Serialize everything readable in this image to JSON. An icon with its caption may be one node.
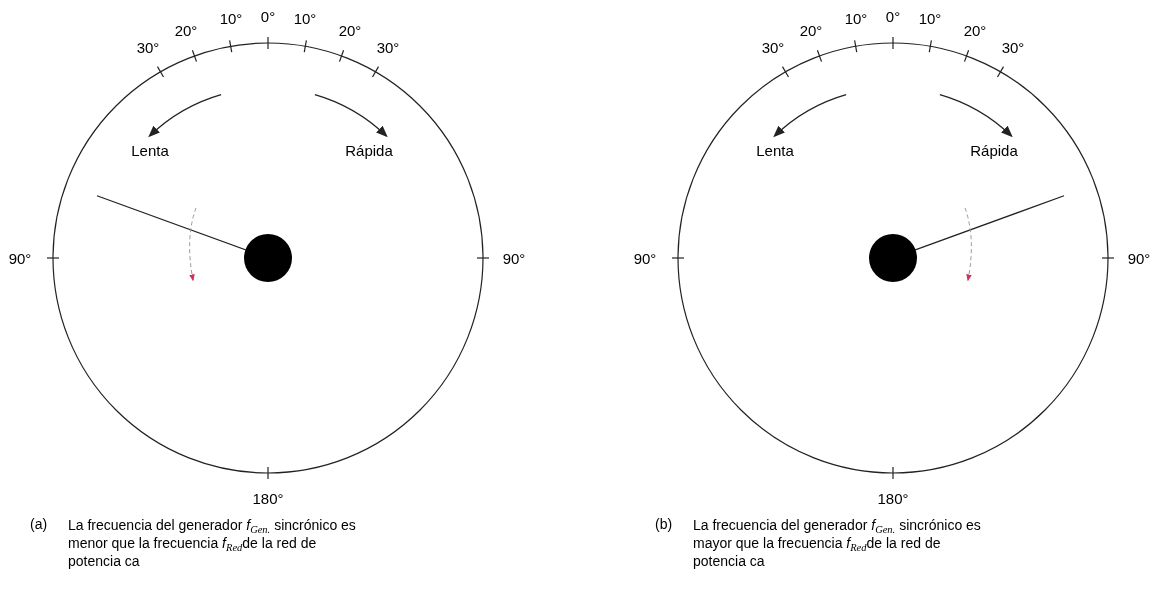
{
  "diagram": {
    "labels": [
      "10°",
      "0°",
      "10°",
      "20°",
      "20°",
      "30°",
      "30°",
      "Lenta",
      "Rápida",
      "90°",
      "90°",
      "180°",
      "(a)",
      "La frecuencia del generador *f*$_{Gen.}$ sincrónico es menor que la frecuencia *f*$_{Red}$de la red de potencia ca",
      "10°",
      "0°",
      "10°",
      "20°",
      "20°",
      "30°",
      "30°",
      "Lenta",
      "Rápida",
      "90°",
      "90°",
      "180°",
      "(b)",
      "La frecuencia del generador *f*$_{Gen.}$ sincrónico es mayor que la frecuencia *f*$_{Red}$de la red de potencia ca"
    ]
  }
}
